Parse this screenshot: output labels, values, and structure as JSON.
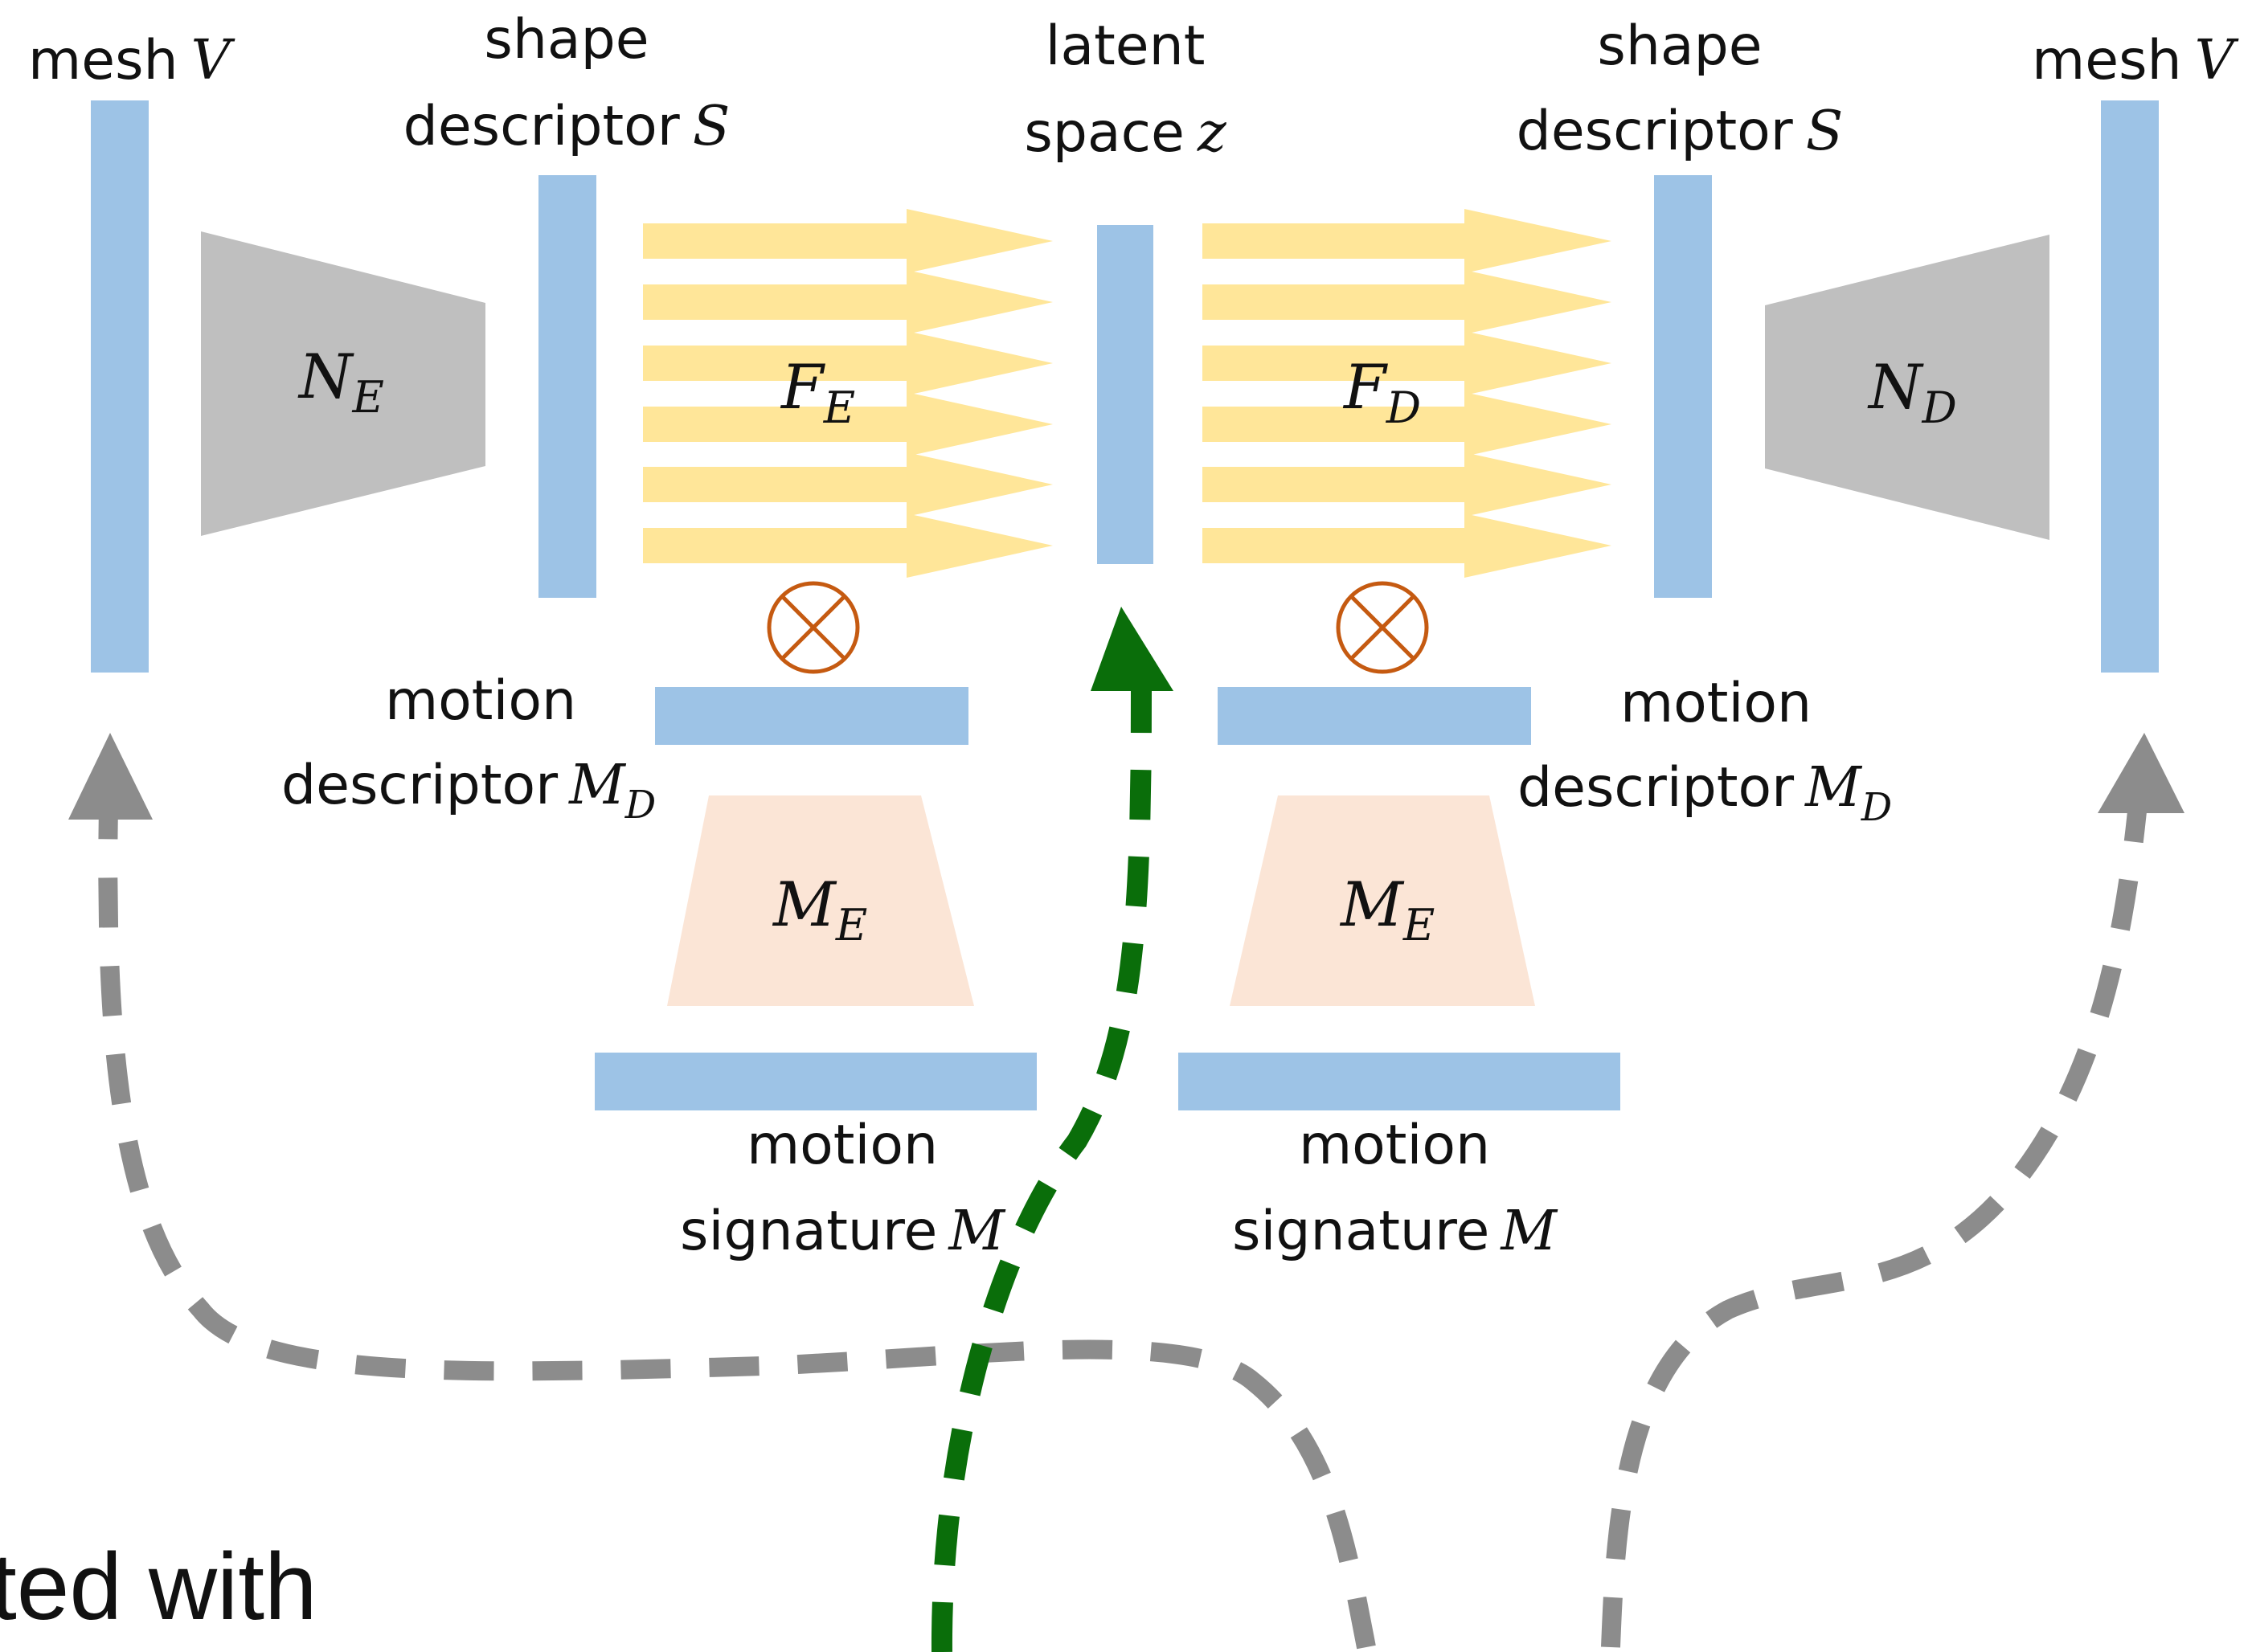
{
  "colors": {
    "bar": "#9dc3e6",
    "network": "#bfbfbf",
    "motion_encoder": "#fbe5d6",
    "flow_arrow": "#ffe699",
    "multiply": "#c55a11",
    "path_gray": "#8c8c8c",
    "path_green": "#0a6e0a"
  },
  "labels": {
    "mesh_left": {
      "word": "mesh",
      "sym": "V"
    },
    "mesh_right": {
      "word": "mesh",
      "sym": "V"
    },
    "shape_left": {
      "line1": "shape",
      "word": "descriptor",
      "sym": "S"
    },
    "shape_right": {
      "line1": "shape",
      "word": "descriptor",
      "sym": "S"
    },
    "latent": {
      "line1": "latent",
      "word": "space",
      "sym": "z"
    },
    "motion_desc_left": {
      "line1": "motion",
      "word": "descriptor",
      "sym": "M",
      "sub": "D"
    },
    "motion_desc_right": {
      "line1": "motion",
      "word": "descriptor",
      "sym": "M",
      "sub": "D"
    },
    "motion_sig_left": {
      "line1": "motion",
      "word": "signature",
      "sym": "M"
    },
    "motion_sig_right": {
      "line1": "motion",
      "word": "signature",
      "sym": "M"
    }
  },
  "networks": {
    "n_encoder": {
      "sym": "N",
      "sub": "E"
    },
    "n_decoder": {
      "sym": "N",
      "sub": "D"
    },
    "f_encoder": {
      "sym": "F",
      "sub": "E"
    },
    "f_decoder": {
      "sym": "F",
      "sub": "D"
    },
    "m_encoder_left": {
      "sym": "M",
      "sub": "E"
    },
    "m_encoder_right": {
      "sym": "M",
      "sub": "E"
    }
  },
  "cropped_text": "ted with"
}
